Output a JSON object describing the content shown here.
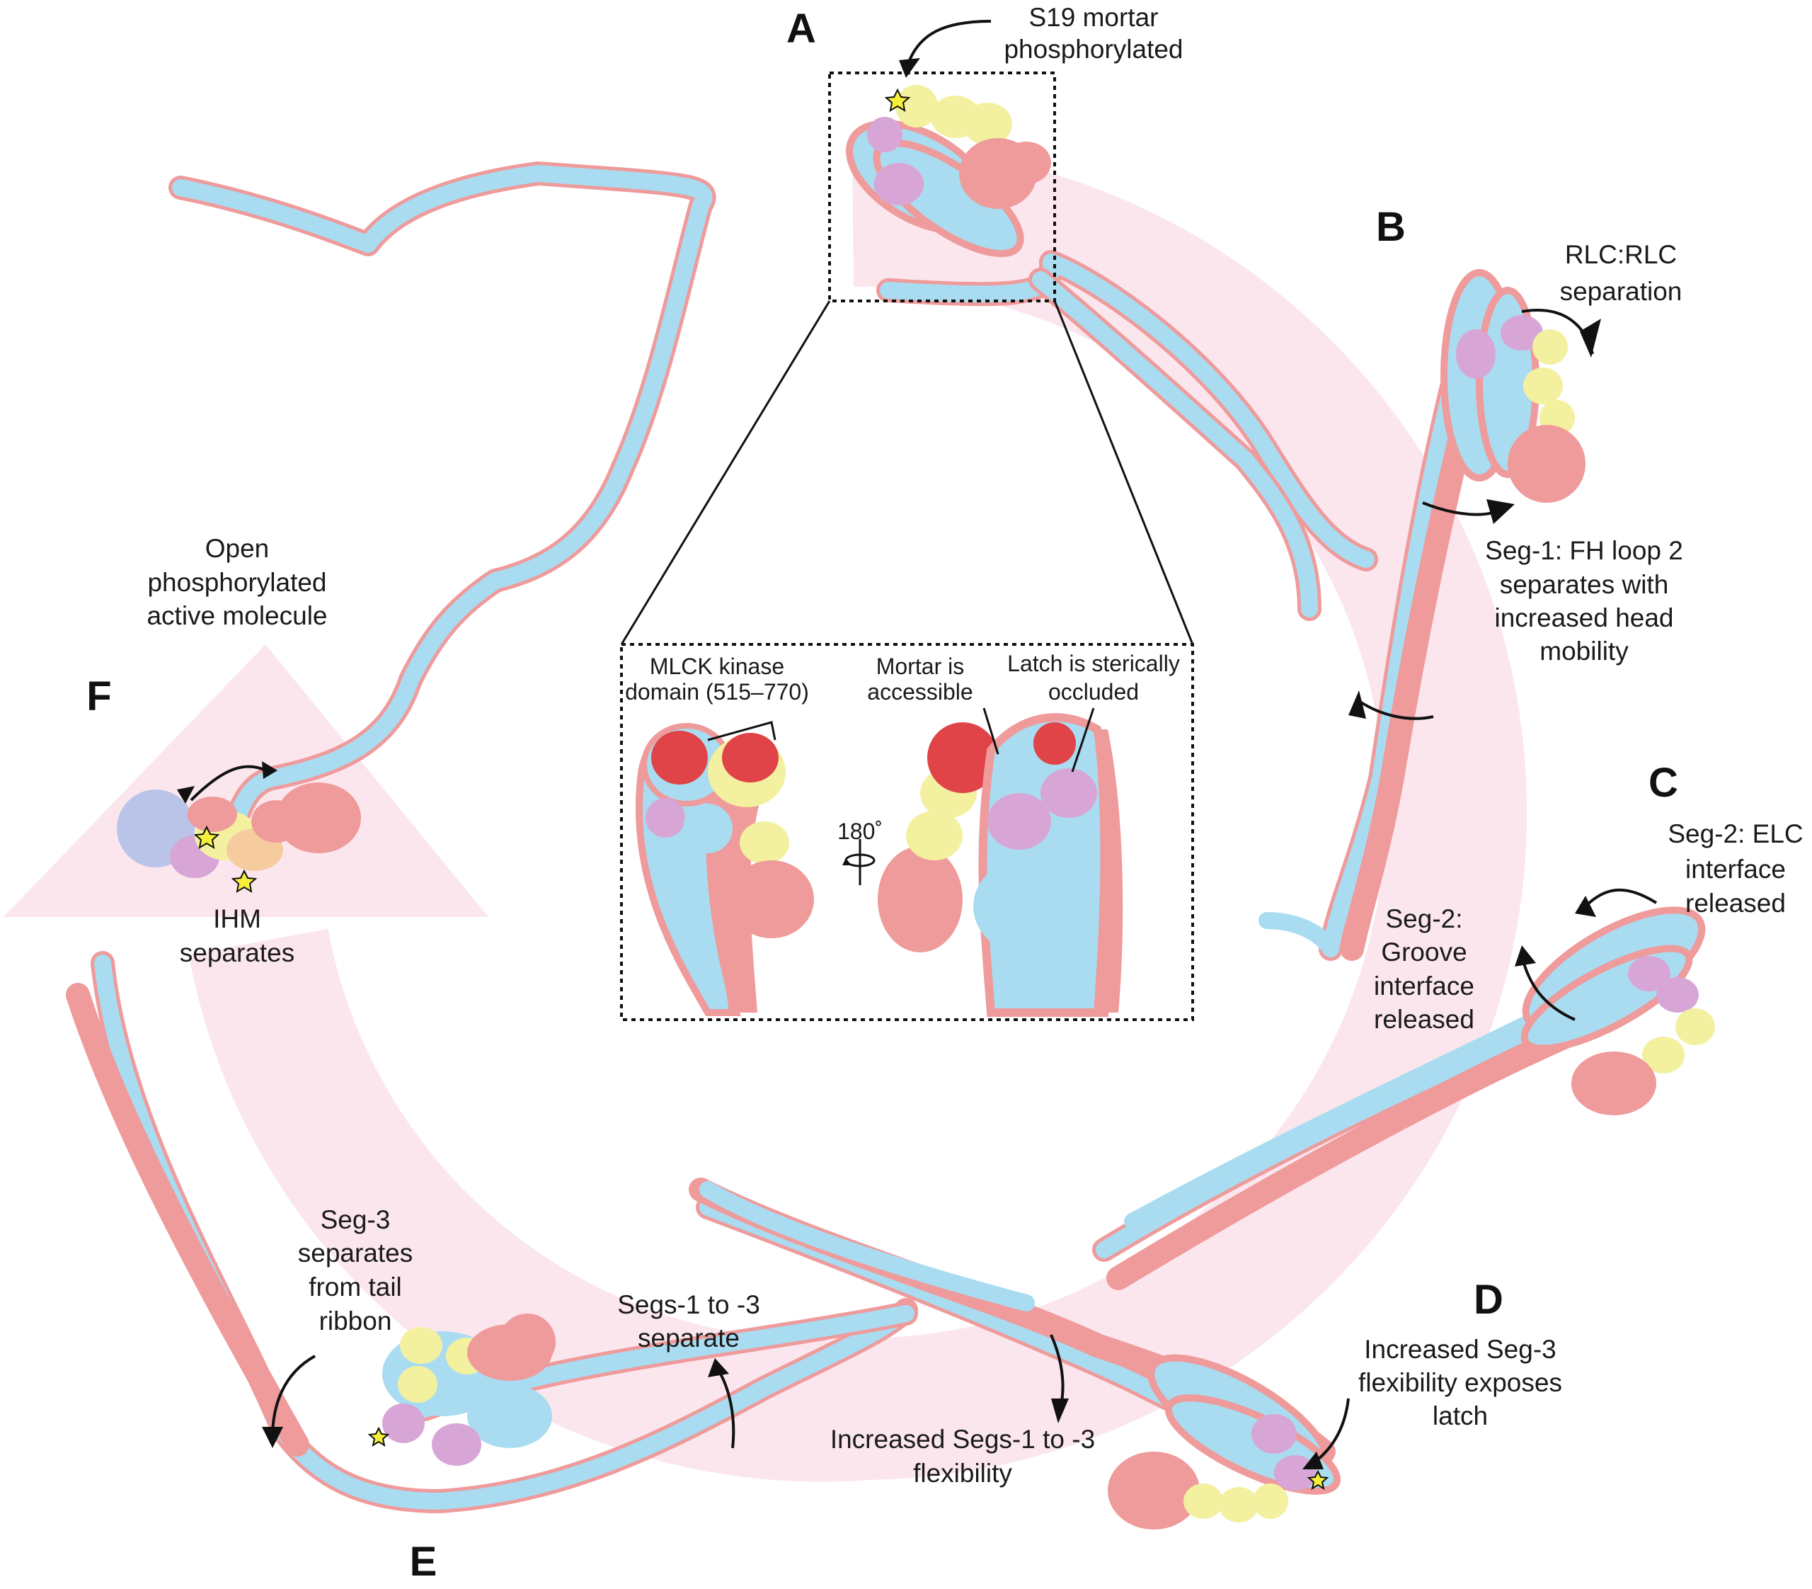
{
  "panels": {
    "A": "A",
    "B": "B",
    "C": "C",
    "D": "D",
    "E": "E",
    "F": "F"
  },
  "labels": {
    "a_1": "S19 mortar",
    "a_2": "phosphorylated",
    "b_1": "RLC:RLC",
    "b_2": "separation",
    "b_3": "Seg-1: FH loop 2",
    "b_4": "separates with",
    "b_5": "increased head",
    "b_6": "mobility",
    "c_1": "Seg-2: ELC",
    "c_2": "interface",
    "c_3": "released",
    "c_4": "Seg-2:",
    "c_5": "Groove",
    "c_6": "interface",
    "c_7": "released",
    "d_1": "Increased Seg-3",
    "d_2": "flexibility exposes",
    "d_3": "latch",
    "d_4": "Increased Segs-1 to -3",
    "d_5": "flexibility",
    "e_1": "Seg-3",
    "e_2": "separates",
    "e_3": "from tail",
    "e_4": "ribbon",
    "e_5": "Segs-1 to -3",
    "e_6": "separate",
    "f_1": "Open",
    "f_2": "phosphorylated",
    "f_3": "active molecule",
    "f_4": "IHM",
    "f_5": "separates",
    "inset_1": "MLCK kinase",
    "inset_2": "domain (515–770)",
    "inset_3": "Mortar is",
    "inset_4": "accessible",
    "inset_5": "Latch is sterically",
    "inset_6": "occluded",
    "inset_rot": "180˚"
  },
  "colors": {
    "heavy_chain_1": "#ef9a9b",
    "heavy_chain_2": "#a9dcf0",
    "elc": "#f3f0a0",
    "rlc": "#d8a6d6",
    "kinase": "#e04448",
    "cycle_arrow": "#fbe6ee",
    "phospho_star": "#f5ef3a"
  }
}
